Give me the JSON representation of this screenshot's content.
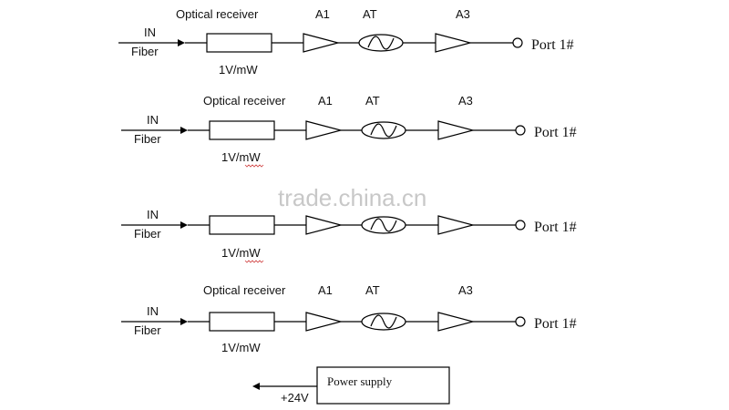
{
  "chains": [
    {
      "in_label": "IN",
      "fiber_label": "Fiber",
      "receiver_label": "Optical receiver",
      "amp1_label": "A1",
      "at_label": "AT",
      "amp3_label": "A3",
      "gain_label": "1V/mW",
      "port_label": "Port 1#",
      "gain_underline": false
    },
    {
      "in_label": "IN",
      "fiber_label": "Fiber",
      "receiver_label": "Optical receiver",
      "amp1_label": "A1",
      "at_label": "AT",
      "amp3_label": "A3",
      "gain_label": "1V/mW",
      "port_label": "Port 1#",
      "gain_underline": true
    },
    {
      "in_label": "IN",
      "fiber_label": "Fiber",
      "receiver_label": "",
      "amp1_label": "",
      "at_label": "",
      "amp3_label": "",
      "gain_label": "1V/mW",
      "port_label": "Port 1#",
      "gain_underline": true
    },
    {
      "in_label": "IN",
      "fiber_label": "Fiber",
      "receiver_label": "Optical receiver",
      "amp1_label": "A1",
      "at_label": "AT",
      "amp3_label": "A3",
      "gain_label": "1V/mW",
      "port_label": "Port 1#",
      "gain_underline": false
    }
  ],
  "power_supply": {
    "label": "Power supply",
    "voltage_label": "+24V"
  },
  "watermark": "trade.china.cn"
}
